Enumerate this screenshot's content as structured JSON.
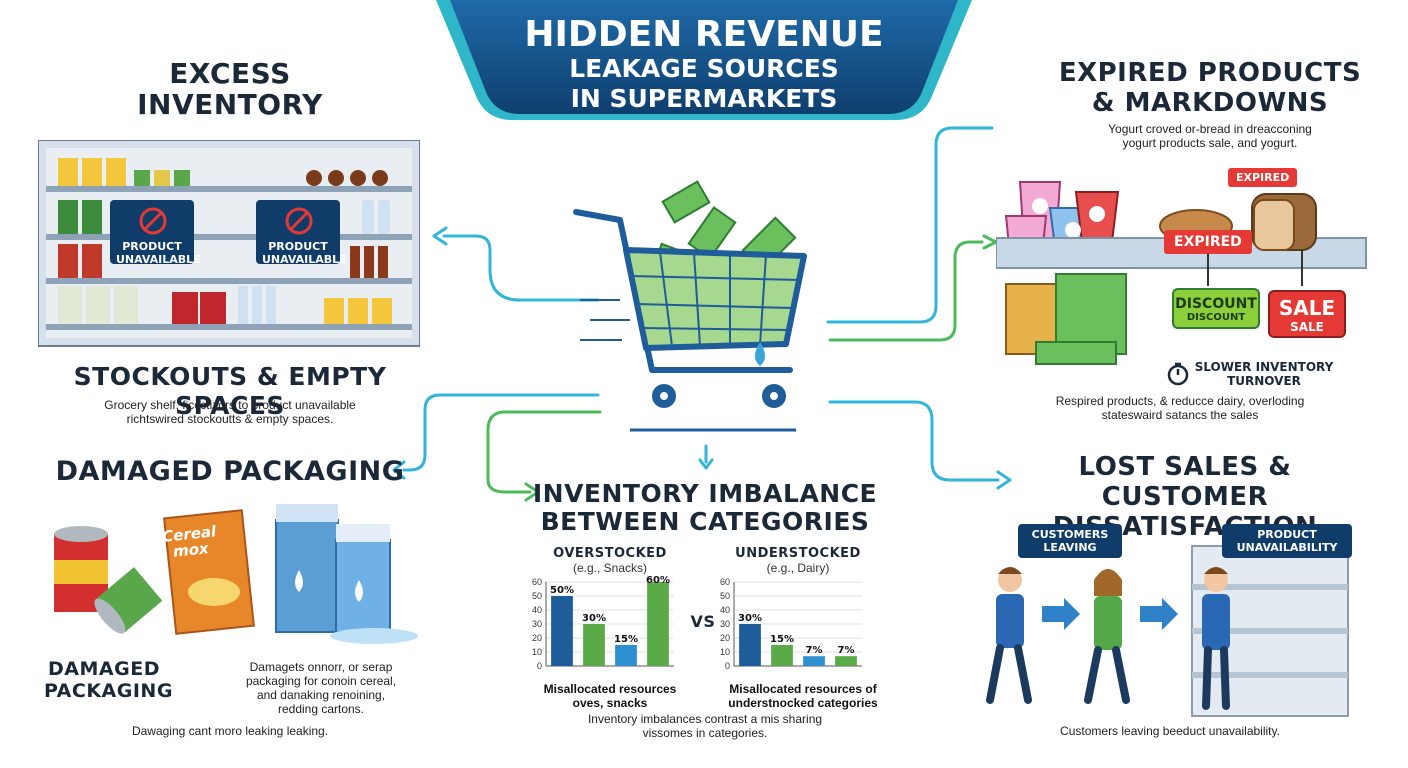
{
  "banner": {
    "line1": "HIDDEN REVENUE",
    "line2": "LEAKAGE SOURCES",
    "line3": "IN SUPERMARKETS"
  },
  "excess": {
    "title_line1": "EXCESS",
    "title_line2": "INVENTORY",
    "sign1_l1": "PRODUCT",
    "sign1_l2": "UNAVAILABLE",
    "sign2_l1": "PRODUCT",
    "sign2_l2": "UNAVAILABLE"
  },
  "stockouts": {
    "title": "STOCKOUTS & EMPTY SPACES",
    "desc_l1": "Grocery shelf, ficcctizors to product unavailable",
    "desc_l2": "richtswired stockoutts & empty spaces."
  },
  "damaged": {
    "title": "DAMAGED PACKAGING",
    "label_l1": "DAMAGED",
    "label_l2": "PACKAGING",
    "cereal_l1": "Cereal",
    "cereal_l2": "mox",
    "desc_l1": "Damagets onnorr, or serap",
    "desc_l2": "packaging for conoin cereal,",
    "desc_l3": "and danaking renoining,",
    "desc_l4": "redding cartons.",
    "footer": "Dawaging cant moro leaking leaking."
  },
  "expired": {
    "title_l1": "EXPIRED PRODUCTS",
    "title_l2": "& MARKDOWNS",
    "desc_l1": "Yogurt croved or-bread in dreacconing",
    "desc_l2": "yogurt products sale, and yogurt.",
    "tag_expired_small": "EXPIRED",
    "tag_expired": "EXPIRED",
    "tag_discount": "DISCOUNT",
    "tag_discount_small": "DISCOUNT",
    "tag_sale": "SALE",
    "tag_sale_small": "SALE",
    "turnover_l1": "SLOWER INVENTORY",
    "turnover_l2": "TURNOVER",
    "footer_l1": "Respired products, & reducce dairy, overloding",
    "footer_l2": "stateswaird satancs the sales"
  },
  "imbalance": {
    "title_l1": "INVENTORY IMBALANCE",
    "title_l2": "BETWEEN CATEGORIES",
    "vs": "VS",
    "footer_l1": "Inventory imbalances contrast a mis sharing",
    "footer_l2": "vissomes in categories."
  },
  "lost": {
    "title_l1": "LOST SALES & CUSTOMER",
    "title_l2": "DISSATISFACTION",
    "bubble_l1": "CUSTOMERS",
    "bubble_l2": "LEAVING",
    "sign_l1": "PRODUCT",
    "sign_l2": "UNAVAILABILITY",
    "footer": "Customers leaving beeduct unavailability."
  },
  "chart_data": [
    {
      "type": "bar",
      "title": "OVERSTOCKED",
      "subtitle": "(e.g., Snacks)",
      "values": [
        50,
        30,
        15,
        60
      ],
      "labels": [
        "50%",
        "30%",
        "15%",
        "60%"
      ],
      "colors": [
        "#1f5c9a",
        "#5aab48",
        "#2e8fd1",
        "#5aab48"
      ],
      "ylim": [
        0,
        60
      ],
      "yticks": [
        "0",
        "10",
        "20",
        "30",
        "40",
        "50",
        "60"
      ],
      "caption_l1": "Misallocated resources",
      "caption_l2": "oves, snacks"
    },
    {
      "type": "bar",
      "title": "UNDERSTOCKED",
      "subtitle": "(e.g., Dairy)",
      "values": [
        30,
        15,
        7,
        7
      ],
      "labels": [
        "30%",
        "15%",
        "7%",
        "7%"
      ],
      "colors": [
        "#1f5c9a",
        "#5aab48",
        "#2e8fd1",
        "#5aab48"
      ],
      "ylim": [
        0,
        60
      ],
      "yticks": [
        "0",
        "10",
        "20",
        "30",
        "40",
        "50",
        "60"
      ],
      "caption_l1": "Misallocated resources of",
      "caption_l2": "understnocked categories"
    }
  ]
}
